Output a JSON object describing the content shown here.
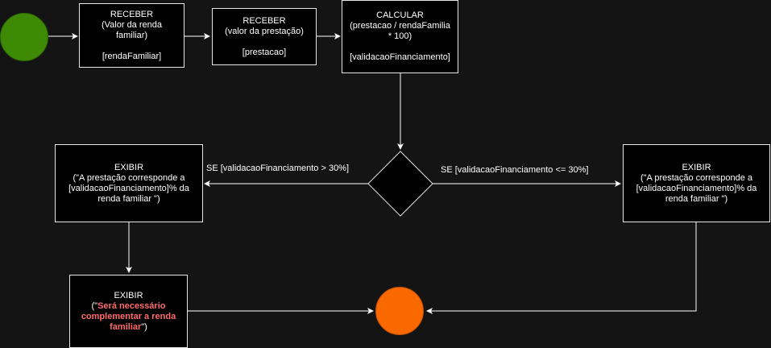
{
  "colors": {
    "start": "#3f8a05",
    "end": "#fa6800",
    "warning_text": "#ff6b6b",
    "background": "#141414"
  },
  "nodes": {
    "receber_renda": {
      "title": "RECEBER",
      "line1": "(Valor da renda",
      "line2": "familiar)",
      "var": "[rendaFamiliar]"
    },
    "receber_prestacao": {
      "title": "RECEBER",
      "line1": "(valor da prestação)",
      "var": "[prestacao]"
    },
    "calcular": {
      "title": "CALCULAR",
      "line1": "(prestacao / rendaFamilia",
      "line2": "* 100)",
      "var": "[validacaoFinanciamento]"
    },
    "exibir_left": {
      "title": "EXIBIR",
      "line1": "(\"A prestação corresponde a",
      "line2": "[validacaoFinanciamento]% da",
      "line3": "renda familiar \")"
    },
    "exibir_right": {
      "title": "EXIBIR",
      "line1": "(\"A prestação corresponde a",
      "line2": "[validacaoFinanciamento]% da",
      "line3": "renda familiar \")"
    },
    "exibir_warning": {
      "title": "EXIBIR",
      "open": "(\"",
      "warn1": "Será necessário",
      "warn2": "complementar a renda",
      "warn3": "familiar",
      "close": "\")"
    }
  },
  "edges": {
    "left_condition": "SE [validacaoFinanciamento > 30%]",
    "right_condition": "SE [validacaoFinanciamento <= 30%]"
  }
}
